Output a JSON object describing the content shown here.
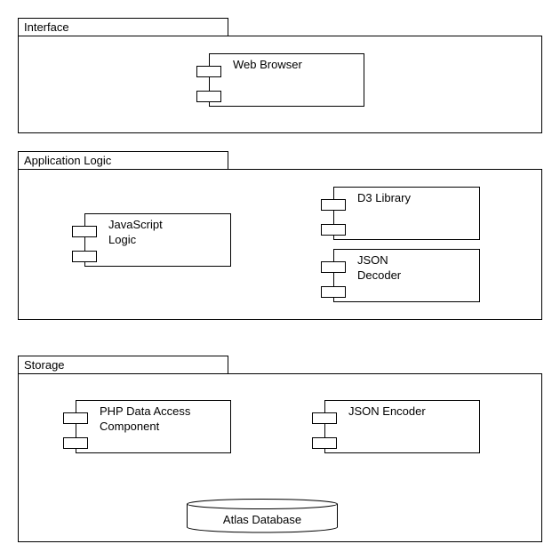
{
  "packages": {
    "interface": {
      "label": "Interface"
    },
    "application_logic": {
      "label": "Application Logic"
    },
    "storage": {
      "label": "Storage"
    }
  },
  "components": {
    "web_browser": {
      "label": "Web Browser"
    },
    "javascript_logic": {
      "label": "JavaScript\nLogic"
    },
    "d3_library": {
      "label": "D3 Library"
    },
    "json_decoder": {
      "label": "JSON\nDecoder"
    },
    "php_data_access": {
      "label": "PHP Data Access\nComponent"
    },
    "json_encoder": {
      "label": "JSON Encoder"
    }
  },
  "database": {
    "label": "Atlas Database"
  }
}
